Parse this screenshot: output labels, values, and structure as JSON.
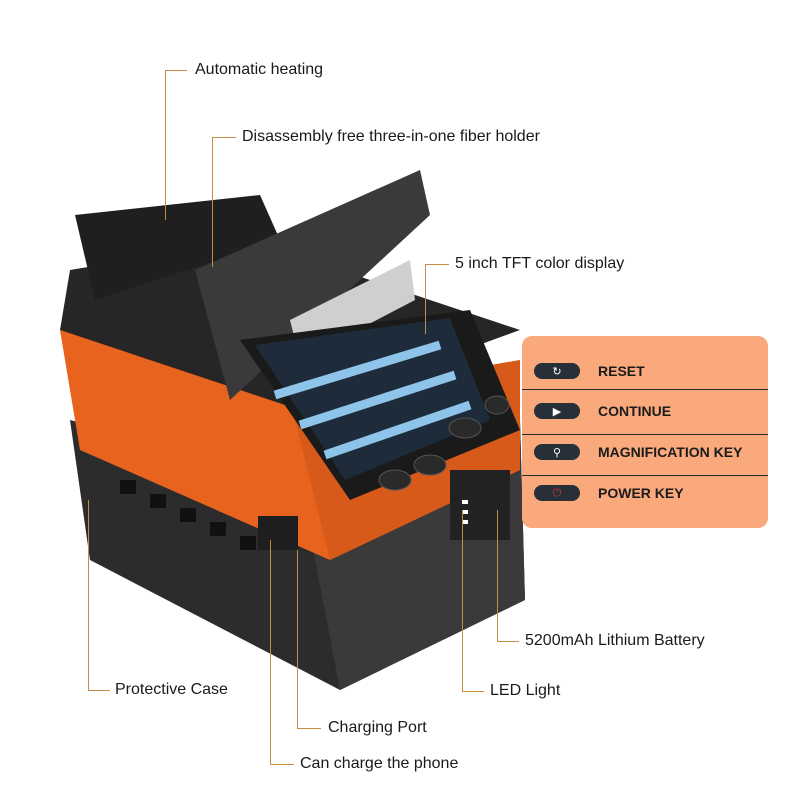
{
  "callouts": {
    "automatic_heating": "Automatic heating",
    "fiber_holder": "Disassembly free three-in-one fiber holder",
    "display": "5 inch TFT color display",
    "battery": "5200mAh Lithium Battery",
    "led": "LED Light",
    "case": "Protective Case",
    "charging_port": "Charging Port",
    "charge_phone": "Can charge the phone"
  },
  "keys_panel": {
    "items": [
      {
        "icon": "reset-icon",
        "label": "RESET"
      },
      {
        "icon": "play-icon",
        "label": "CONTINUE"
      },
      {
        "icon": "magnifier-icon",
        "label": "MAGNIFICATION KEY"
      },
      {
        "icon": "power-icon",
        "label": "POWER KEY"
      }
    ]
  },
  "colors": {
    "accent_orange": "#e8641e",
    "panel": "#f9a97c",
    "callout_line": "#c98a44",
    "body_dark": "#2b2b2b"
  }
}
